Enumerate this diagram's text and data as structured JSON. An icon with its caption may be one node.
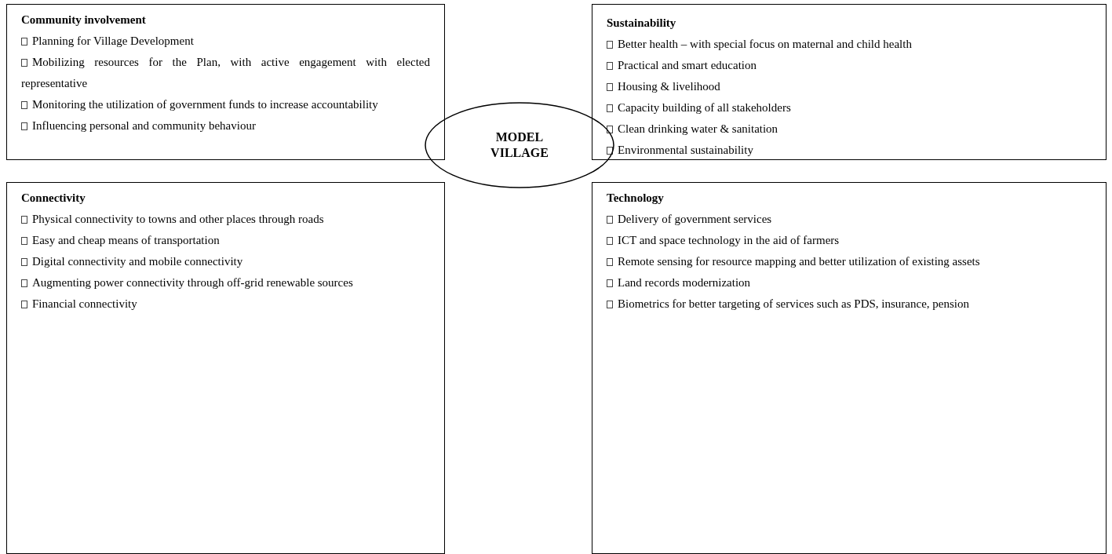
{
  "diagram": {
    "nodes": [
      {
        "text": [
          "Community involvement",
          "Planning for Village Development",
          "Mobilizing resources for the Plan, with active engagement with elected representative",
          "Monitoring the utilization of government funds to increase accountability",
          "Influencing personal and community behaviour"
        ]
      },
      {
        "text": [
          "Sustainability",
          "Better health – with special focus on maternal and child health",
          "Practical and smart education",
          "Housing & livelihood",
          "Capacity building of all stakeholders",
          "Clean drinking water & sanitation",
          "Environmental sustainability"
        ]
      },
      {
        "text": [
          "MODEL VILLAGE"
        ]
      },
      {
        "text": [
          "Connectivity",
          "Physical connectivity to towns and other places through roads",
          "Easy and cheap means of transportation",
          "Digital connectivity and mobile connectivity",
          "Augmenting power connectivity through off-grid renewable sources",
          "Financial connectivity"
        ]
      },
      {
        "text": [
          "Technology",
          "Delivery of government services",
          "ICT and space technology in the aid of farmers",
          "Remote sensing for resource mapping and better utilization of existing assets",
          "Land records modernization",
          "Biometrics for better targeting of services such as PDS, insurance, pension"
        ]
      }
    ]
  }
}
